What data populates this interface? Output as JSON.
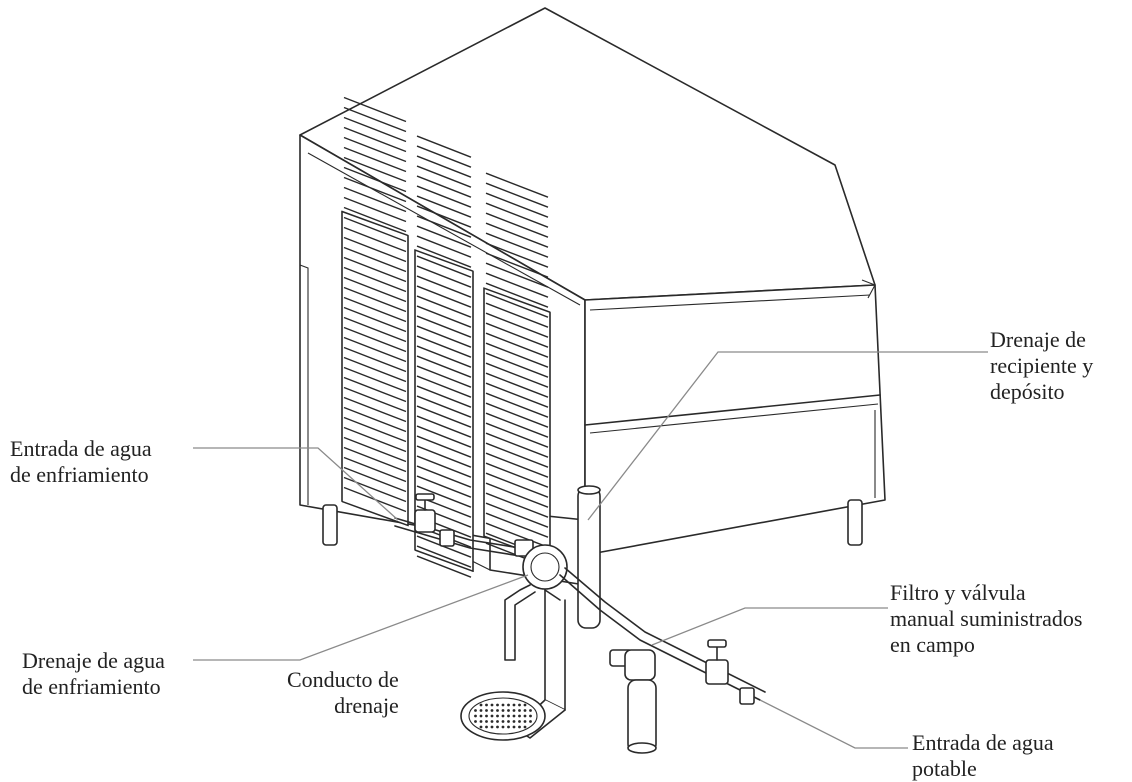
{
  "labels": {
    "bin_drain": [
      "Drenaje de",
      "recipiente y",
      "depósito"
    ],
    "cooling_inlet": [
      "Entrada de agua",
      "de enfriamiento"
    ],
    "filter_valve": [
      "Filtro y válvula",
      "manual suministrados",
      "en campo"
    ],
    "cooling_drain": [
      "Drenaje de agua",
      "de enfriamiento"
    ],
    "drain_conduit": [
      "Conducto de",
      "drenaje"
    ],
    "potable_inlet": [
      "Entrada de agua",
      "potable"
    ]
  },
  "colors": {
    "line": "#2a2a2a",
    "leader": "#8a8a8a",
    "text": "#222222",
    "background": "#ffffff"
  }
}
